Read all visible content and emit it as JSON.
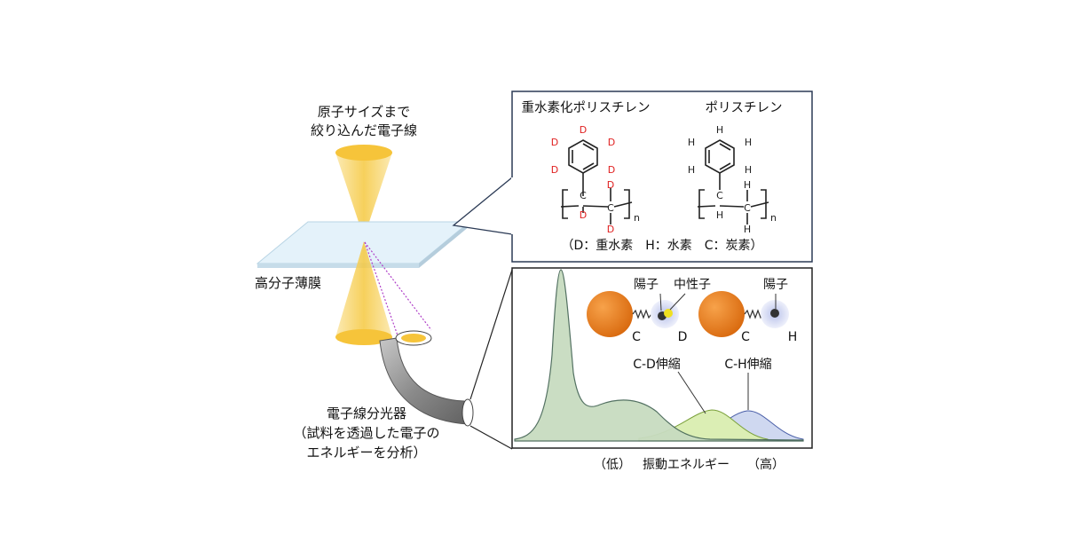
{
  "beam": {
    "caption_line1": "原子サイズまで",
    "caption_line2": "絞り込んだ電子線"
  },
  "film": {
    "label": "高分子薄膜"
  },
  "spectrometer": {
    "label_line1": "電子線分光器",
    "label_line2": "（試料を透過した電子の",
    "label_line3": "エネルギーを分析）"
  },
  "molecules": {
    "deuterated_title": "重水素化ポリスチレン",
    "normal_title": "ポリスチレン",
    "atom_D": "D",
    "atom_H": "H",
    "atom_C": "C",
    "subscript_n": "n",
    "legend": "（D：重水素　H：水素　C：炭素）"
  },
  "spectrum": {
    "proton_label": "陽子",
    "neutron_label": "中性子",
    "proton_label_right": "陽子",
    "atom_C_left": "C",
    "atom_D": "D",
    "atom_C_right": "C",
    "atom_H": "H",
    "cd_label": "C-D伸縮",
    "ch_label": "C-H伸縮",
    "axis_low": "（低）",
    "axis_title": "振動エネルギー",
    "axis_high": "（高）"
  },
  "colors": {
    "beam": "#f7c948",
    "film": "#dceef8",
    "tube": "#8c8c8c",
    "carbon_atom": "#e8791a",
    "deuterium_highlight": "#e02020",
    "cd_peak_fill": "#dbeeb4",
    "ch_peak_fill": "#cfd8f0",
    "main_fill": "#c8dcc0",
    "frame": "#2b3a55"
  }
}
